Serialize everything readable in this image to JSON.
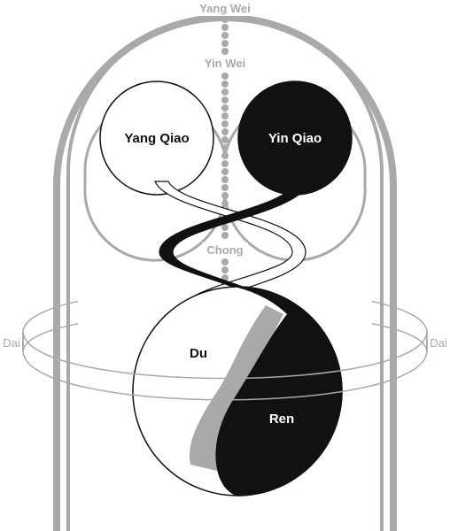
{
  "labels": {
    "yang_wei": "Yang Wei",
    "yin_wei": "Yin Wei",
    "yang_qiao": "Yang Qiao",
    "yin_qiao": "Yin Qiao",
    "chong": "Chong",
    "dai_left": "Dai",
    "dai_right": "Dai",
    "du": "Du",
    "ren": "Ren"
  },
  "colors": {
    "gray": "#a9a9a9",
    "black": "#111111",
    "white": "#ffffff"
  }
}
